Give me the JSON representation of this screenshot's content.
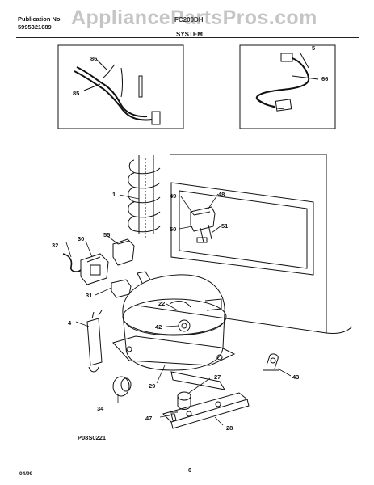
{
  "header": {
    "publication_label": "Publication No.",
    "publication_number": "5995321089",
    "model": "FC200DH",
    "section_title": "SYSTEM"
  },
  "watermark": "AppliancePartsPros.com",
  "figure_code": "P08S0221",
  "footer": {
    "date": "04/99",
    "page": "6"
  },
  "callouts": {
    "c1": "1",
    "c4": "4",
    "c5": "5",
    "c22": "22",
    "c27": "27",
    "c28": "28",
    "c29": "29",
    "c30": "30",
    "c31": "31",
    "c32": "32",
    "c34": "34",
    "c42": "42",
    "c43": "43",
    "c47": "47",
    "c48": "48",
    "c49": "49",
    "c50": "50",
    "c51": "51",
    "c55": "55",
    "c85": "85",
    "c86": "86",
    "c66": "66"
  },
  "colors": {
    "ink": "#111111",
    "watermark": "#969696"
  }
}
